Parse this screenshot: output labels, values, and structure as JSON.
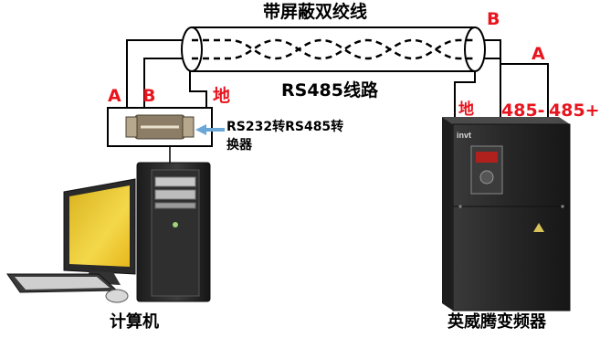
{
  "labels": {
    "cable_title": "带屏蔽双绞线",
    "line_label": "RS485线路",
    "converter_line1": "RS232转RS485转",
    "converter_line2": "换器",
    "computer": "计算机",
    "inverter": "英威腾变频器",
    "pc_a": "A",
    "pc_b": "B",
    "pc_ground": "地",
    "inv_ground": "地",
    "inv_485_minus": "485-",
    "inv_485_plus": "485+",
    "cable_b": "B",
    "cable_a": "A",
    "inverter_logo": "invt"
  },
  "colors": {
    "terminal_label": "#e8141e",
    "wire": "#000000",
    "inverter_body": "#2b2b2b"
  }
}
